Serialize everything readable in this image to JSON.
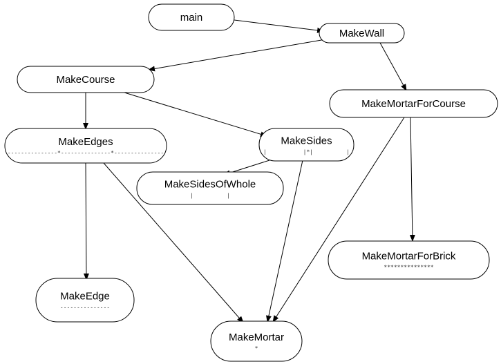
{
  "diagram": {
    "nodes": [
      {
        "id": "main",
        "label": "main",
        "sub": ""
      },
      {
        "id": "makewall",
        "label": "MakeWall",
        "sub": ""
      },
      {
        "id": "makecourse",
        "label": "MakeCourse",
        "sub": ""
      },
      {
        "id": "makemortarforcourse",
        "label": "MakeMortarForCourse",
        "sub": ""
      },
      {
        "id": "makeedges",
        "label": "MakeEdges",
        "sub": "---------------*---------------*---------------"
      },
      {
        "id": "makesides",
        "label": "MakeSides",
        "sub": "|           |*|          |"
      },
      {
        "id": "makesidesofwhole",
        "label": "MakeSidesOfWhole",
        "sub": "|          |"
      },
      {
        "id": "makemortarforbrick",
        "label": "MakeMortarForBrick",
        "sub": "***************"
      },
      {
        "id": "makeedge",
        "label": "MakeEdge",
        "sub": "---------------"
      },
      {
        "id": "makemortar",
        "label": "MakeMortar",
        "sub": "*"
      }
    ],
    "edges": [
      {
        "from": "main",
        "to": "makewall"
      },
      {
        "from": "makewall",
        "to": "makecourse"
      },
      {
        "from": "makewall",
        "to": "makemortarforcourse"
      },
      {
        "from": "makecourse",
        "to": "makeedges"
      },
      {
        "from": "makecourse",
        "to": "makesides"
      },
      {
        "from": "makesides",
        "to": "makesidesofwhole"
      },
      {
        "from": "makesides",
        "to": "makemortar"
      },
      {
        "from": "makeedges",
        "to": "makeedge"
      },
      {
        "from": "makeedges",
        "to": "makemortar"
      },
      {
        "from": "makemortarforcourse",
        "to": "makemortarforbrick"
      },
      {
        "from": "makemortarforcourse",
        "to": "makemortar"
      }
    ]
  }
}
